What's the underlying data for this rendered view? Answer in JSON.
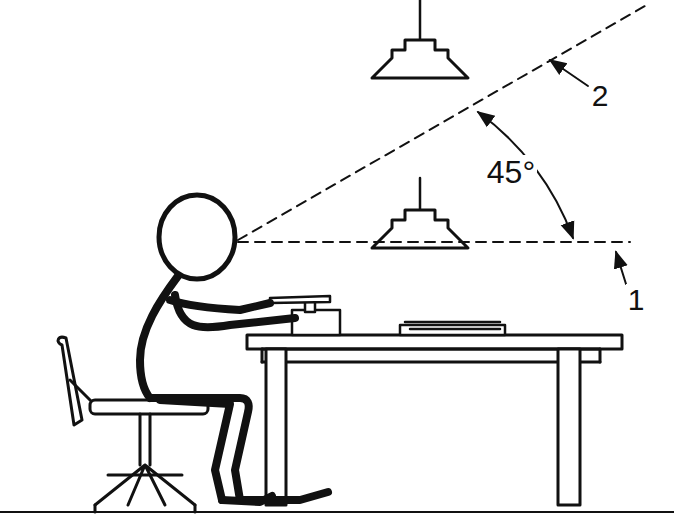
{
  "diagram": {
    "labels": [
      "45°",
      "2",
      "1"
    ]
  }
}
